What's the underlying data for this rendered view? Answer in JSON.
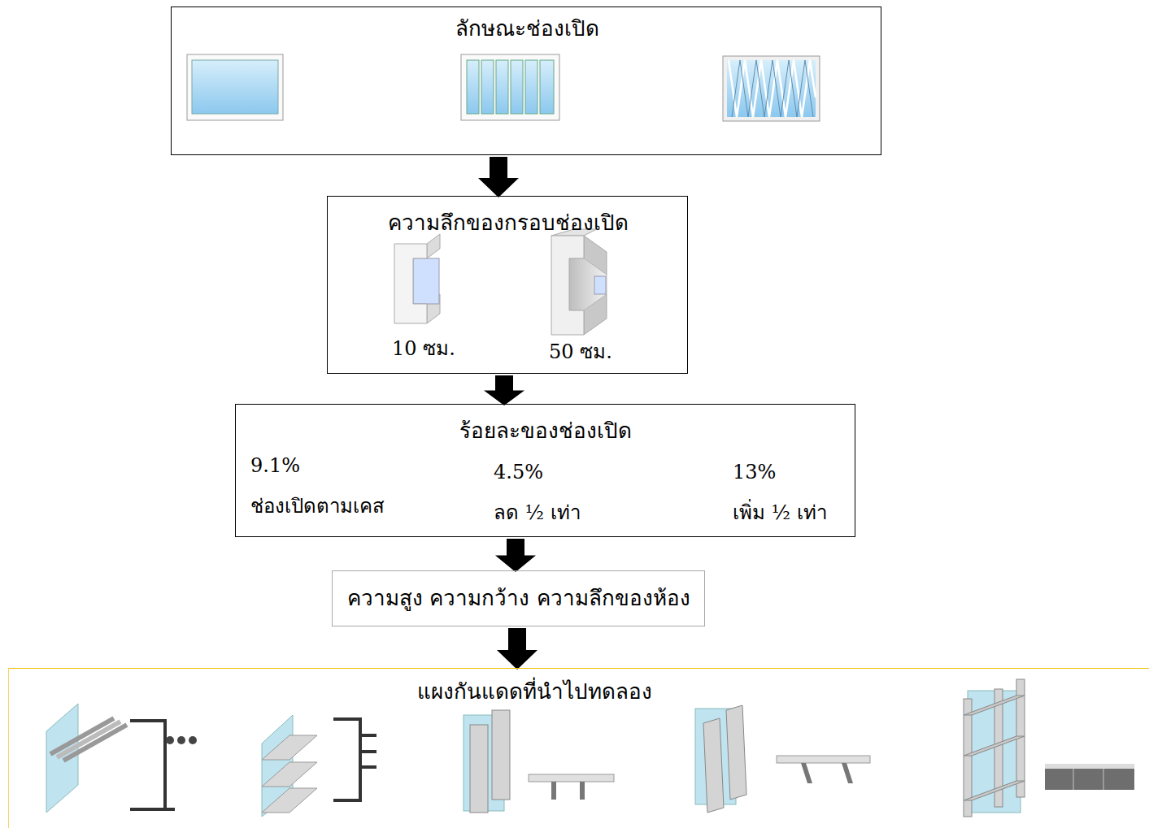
{
  "diagram": {
    "nodes": [
      {
        "text": [
          "ลักษณะช่องเปิด"
        ]
      },
      {
        "text": [
          "ความลึกของกรอบช่องเปิด",
          "10 ซม.",
          "50 ซม."
        ]
      },
      {
        "text": [
          "ร้อยละของช่องเปิด",
          "9.1%",
          "ช่องเปิดตามเคส",
          "4.5%",
          "ลด ½ เท่า",
          "13%",
          "เพิ่ม ½ เท่า"
        ]
      },
      {
        "text": [
          "ความสูง ความกว้าง ความลึกของห้อง"
        ]
      },
      {
        "text": [
          "แผงกันแดดที่นำไปทดลอง"
        ]
      }
    ],
    "edges": [
      {
        "from": 0,
        "to": 1,
        "arrow": "to"
      },
      {
        "from": 1,
        "to": 2,
        "arrow": "to"
      },
      {
        "from": 2,
        "to": 3,
        "arrow": "to"
      },
      {
        "from": 3,
        "to": 4,
        "arrow": "to"
      }
    ]
  }
}
